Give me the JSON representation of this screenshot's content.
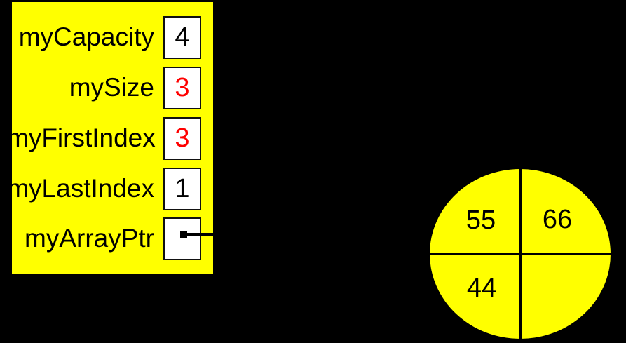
{
  "diagram": {
    "kind": "circular-queue-structure",
    "colors": {
      "background": "#000000",
      "panel_fill": "#ffff00",
      "cell_fill": "#ffffff",
      "outline": "#000000",
      "text": "#000000",
      "highlight_value": "#ff0000"
    },
    "struct_panel": {
      "fields": [
        {
          "label": "myCapacity",
          "value": "4",
          "value_color": "#000000"
        },
        {
          "label": "mySize",
          "value": "3",
          "value_color": "#ff0000"
        },
        {
          "label": "myFirstIndex",
          "value": "3",
          "value_color": "#ff0000"
        },
        {
          "label": "myLastIndex",
          "value": "1",
          "value_color": "#000000"
        },
        {
          "label": "myArrayPtr",
          "value": "",
          "value_color": "#000000",
          "pointer": "true"
        }
      ]
    },
    "ring_buffer": {
      "quadrants": [
        {
          "position": "top-left",
          "value": "55"
        },
        {
          "position": "top-right",
          "value": "66"
        },
        {
          "position": "bottom-left",
          "value": "44"
        },
        {
          "position": "bottom-right",
          "value": ""
        }
      ]
    }
  }
}
